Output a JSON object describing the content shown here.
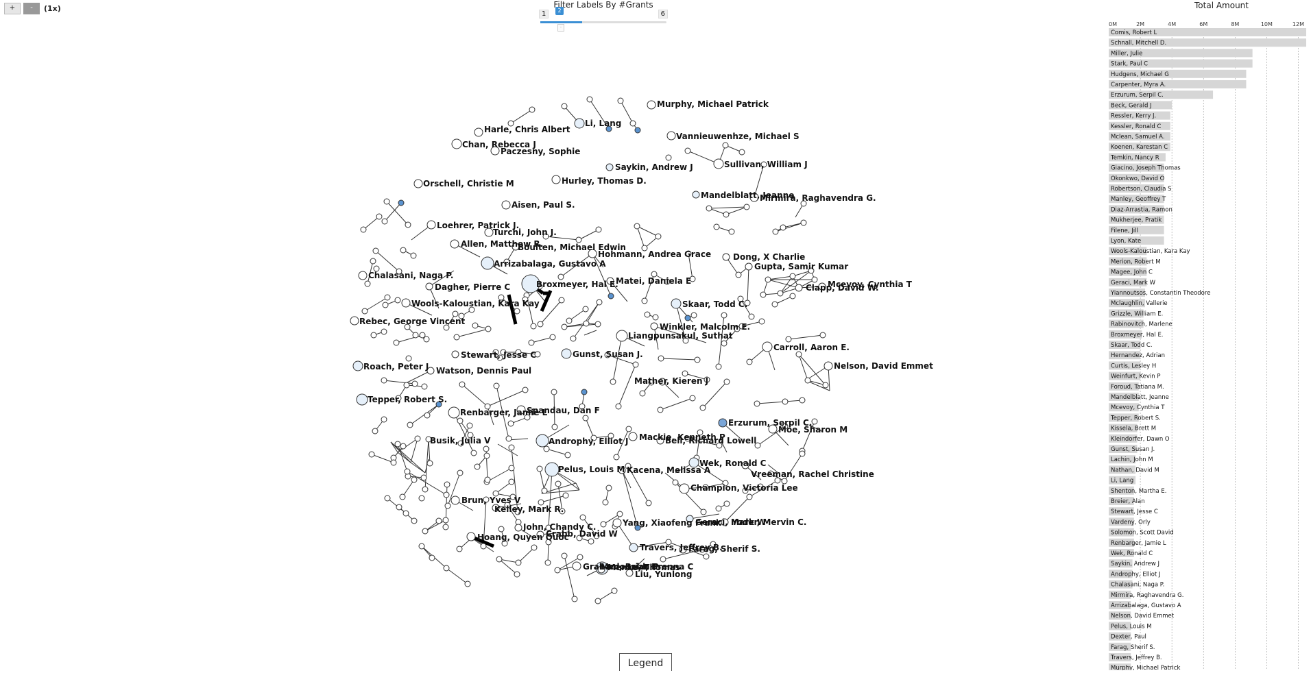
{
  "zoom": {
    "plus": "+",
    "minus": "-",
    "level": "(1x)"
  },
  "filter": {
    "title": "Filter Labels By #Grants",
    "min": "1",
    "max": "6",
    "value": "2",
    "lower": "-"
  },
  "legend": {
    "label": "Legend"
  },
  "barchart": {
    "title": "Total Amount"
  },
  "chart_data": {
    "type": "bar",
    "orientation": "horizontal",
    "title": "Total Amount",
    "xticks": [
      "0M",
      "2M",
      "4M",
      "6M",
      "8M",
      "10M",
      "12M"
    ],
    "xlim": [
      0,
      12.5
    ],
    "grid": true,
    "categories": [
      "Comis, Robert L",
      "Schnall, Mitchell D.",
      "Miller, Julie",
      "Stark, Paul C",
      "Hudgens, Michael G",
      "Carpenter, Myra A.",
      "Erzurum, Serpil C.",
      "Beck, Gerald J",
      "Ressler, Kerry J.",
      "Kessler, Ronald C",
      "Mclean, Samuel A.",
      "Koenen, Karestan C",
      "Temkin, Nancy R",
      "Giacino, Joseph Thomas",
      "Okonkwo, David O",
      "Robertson, Claudia S",
      "Manley, Geoffrey T",
      "Diaz-Arrastia, Ramon",
      "Mukherjee, Pratik",
      "Filene, Jill",
      "Lyon, Kate",
      "Wools-Kaloustian, Kara Kay",
      "Merion, Robert M",
      "Magee, John C",
      "Geraci, Mark W",
      "Yiannoutsos, Constantin Theodore",
      "Mclaughlin, Vallerie",
      "Grizzle, William E.",
      "Rabinovitch, Marlene",
      "Broxmeyer, Hal E.",
      "Skaar, Todd C.",
      "Hernandez, Adrian",
      "Curtis, Lesley H",
      "Weinfurt, Kevin P",
      "Foroud, Tatiana M.",
      "Mandelblatt, Jeanne",
      "Mcevoy, Cynthia T",
      "Tepper, Robert S.",
      "Kissela, Brett M",
      "Kleindorfer, Dawn O",
      "Gunst, Susan J.",
      "Lachin, John M",
      "Nathan, David M",
      "Li, Lang",
      "Shenton, Martha E.",
      "Breier, Alan",
      "Stewart, Jesse C",
      "Vardeny, Orly",
      "Solomon, Scott David",
      "Renbarger, Jamie L",
      "Wek, Ronald C",
      "Saykin, Andrew J",
      "Androphy, Elliot J",
      "Chalasani, Naga P.",
      "Mirmira, Raghavendra G.",
      "Arrizabalaga, Gustavo A",
      "Nelson, David Emmet",
      "Pelus, Louis M",
      "Dexter, Paul",
      "Farag, Sherif S.",
      "Travers, Jeffrey B.",
      "Murphy, Michael Patrick"
    ],
    "values": [
      12.5,
      12.5,
      9.1,
      9.1,
      8.7,
      8.7,
      6.6,
      4.0,
      3.9,
      3.9,
      3.9,
      3.9,
      3.6,
      3.5,
      3.5,
      3.5,
      3.5,
      3.5,
      3.5,
      3.5,
      3.5,
      2.4,
      2.4,
      2.4,
      2.4,
      2.3,
      2.3,
      2.2,
      2.2,
      2.1,
      2.0,
      2.0,
      2.0,
      2.0,
      1.9,
      1.9,
      1.9,
      1.9,
      1.8,
      1.8,
      1.8,
      1.7,
      1.7,
      1.7,
      1.6,
      1.6,
      1.6,
      1.6,
      1.6,
      1.6,
      1.6,
      1.5,
      1.5,
      1.5,
      1.4,
      1.4,
      1.4,
      1.4,
      1.4,
      1.4,
      1.4,
      1.4
    ]
  },
  "network": {
    "nodes": [
      {
        "label": "Murphy, Michael Patrick"
      },
      {
        "label": "Li, Lang"
      },
      {
        "label": "Harle, Chris Albert"
      },
      {
        "label": "Chan, Rebecca J"
      },
      {
        "label": "Paczesny, Sophie"
      },
      {
        "label": "Vannieuwenhze, Michael S"
      },
      {
        "label": "Saykin, Andrew J"
      },
      {
        "label": "Sullivan, William J"
      },
      {
        "label": "Orschell, Christie M"
      },
      {
        "label": "Hurley, Thomas D."
      },
      {
        "label": "Mandelblatt, Jeanne"
      },
      {
        "label": "Mirmira, Raghavendra G."
      },
      {
        "label": "Aisen, Paul S."
      },
      {
        "label": "Loehrer, Patrick J."
      },
      {
        "label": "Turchi, John J."
      },
      {
        "label": "Allen, Matthew R."
      },
      {
        "label": "Boulten, Michael Edwin"
      },
      {
        "label": "Hohmann, Andrea Grace"
      },
      {
        "label": "Dong, X Charlie"
      },
      {
        "label": "Gupta, Samir Kumar"
      },
      {
        "label": "Arrizabalaga, Gustavo A"
      },
      {
        "label": "Chalasani, Naga P."
      },
      {
        "label": "Dagher, Pierre C"
      },
      {
        "label": "Broxmeyer, Hal E."
      },
      {
        "label": "Matei, Daniela E"
      },
      {
        "label": "Mcevoy, Cynthia T"
      },
      {
        "label": "Clapp, David W."
      },
      {
        "label": "Wools-Kaloustian, Kara Kay"
      },
      {
        "label": "Skaar, Todd C."
      },
      {
        "label": "Rebec, George Vincent"
      },
      {
        "label": "Winkler, Malcolm E."
      },
      {
        "label": "Liangpunsakul, Suthat"
      },
      {
        "label": "Carroll, Aaron E."
      },
      {
        "label": "Stewart, Jesse C"
      },
      {
        "label": "Gunst, Susan J."
      },
      {
        "label": "Nelson, David Emmet"
      },
      {
        "label": "Roach, Peter J"
      },
      {
        "label": "Watson, Dennis Paul"
      },
      {
        "label": "Mather, Kieren J"
      },
      {
        "label": "Tepper, Robert S."
      },
      {
        "label": "Renbarger, Jamie L"
      },
      {
        "label": "Spandau, Dan F"
      },
      {
        "label": "Erzurum, Serpil C."
      },
      {
        "label": "Moe, Sharon M"
      },
      {
        "label": "Busik, Julia V"
      },
      {
        "label": "Androphy, Elliot J"
      },
      {
        "label": "Mackie, Kenneth P"
      },
      {
        "label": "Bell, Richard Lowell"
      },
      {
        "label": "Wek, Ronald C"
      },
      {
        "label": "Vreeman, Rachel Christine"
      },
      {
        "label": "Pelus, Louis M"
      },
      {
        "label": "Kacena, Melissa A"
      },
      {
        "label": "Champion, Victoria Lee"
      },
      {
        "label": "Brun, Yves V"
      },
      {
        "label": "Kelley, Mark R."
      },
      {
        "label": "Geraci, Mark W"
      },
      {
        "label": "Yoder, Mervin C."
      },
      {
        "label": "Yang, Xiaofeng Frank"
      },
      {
        "label": "John, Chandy C."
      },
      {
        "label": "Crabb, David W"
      },
      {
        "label": "Hoang, Quyen Quoc"
      },
      {
        "label": "Travers, Jeffrey B."
      },
      {
        "label": "Farag, Sherif S."
      },
      {
        "label": "Graham, Brian P"
      },
      {
        "label": "Menke, Thomas"
      },
      {
        "label": "Liu, Yunlong"
      },
      {
        "label": "Mcdonald, Brenna C"
      }
    ]
  }
}
